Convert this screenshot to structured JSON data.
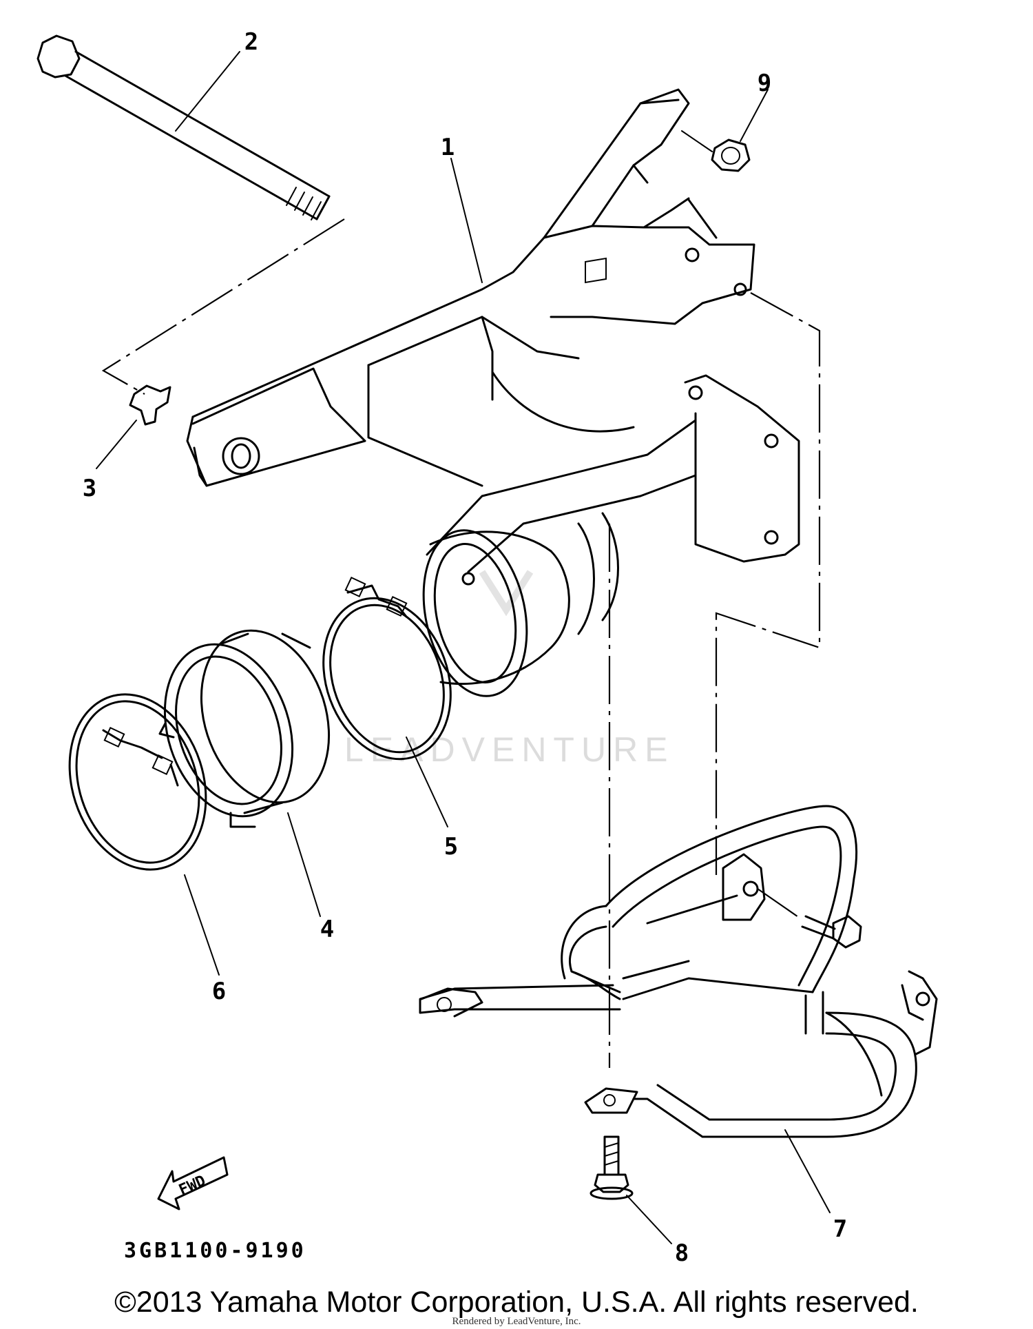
{
  "diagram": {
    "callouts": [
      "1",
      "2",
      "3",
      "4",
      "5",
      "6",
      "7",
      "8",
      "9"
    ],
    "part_code": "3GB1100-9190",
    "direction_arrow": "FWD",
    "watermark": "LEADVENTURE"
  },
  "footer": {
    "copyright": "©2013 Yamaha Motor Corporation, U.S.A. All rights reserved.",
    "rendered_by": "Rendered by LeadVenture, Inc."
  }
}
